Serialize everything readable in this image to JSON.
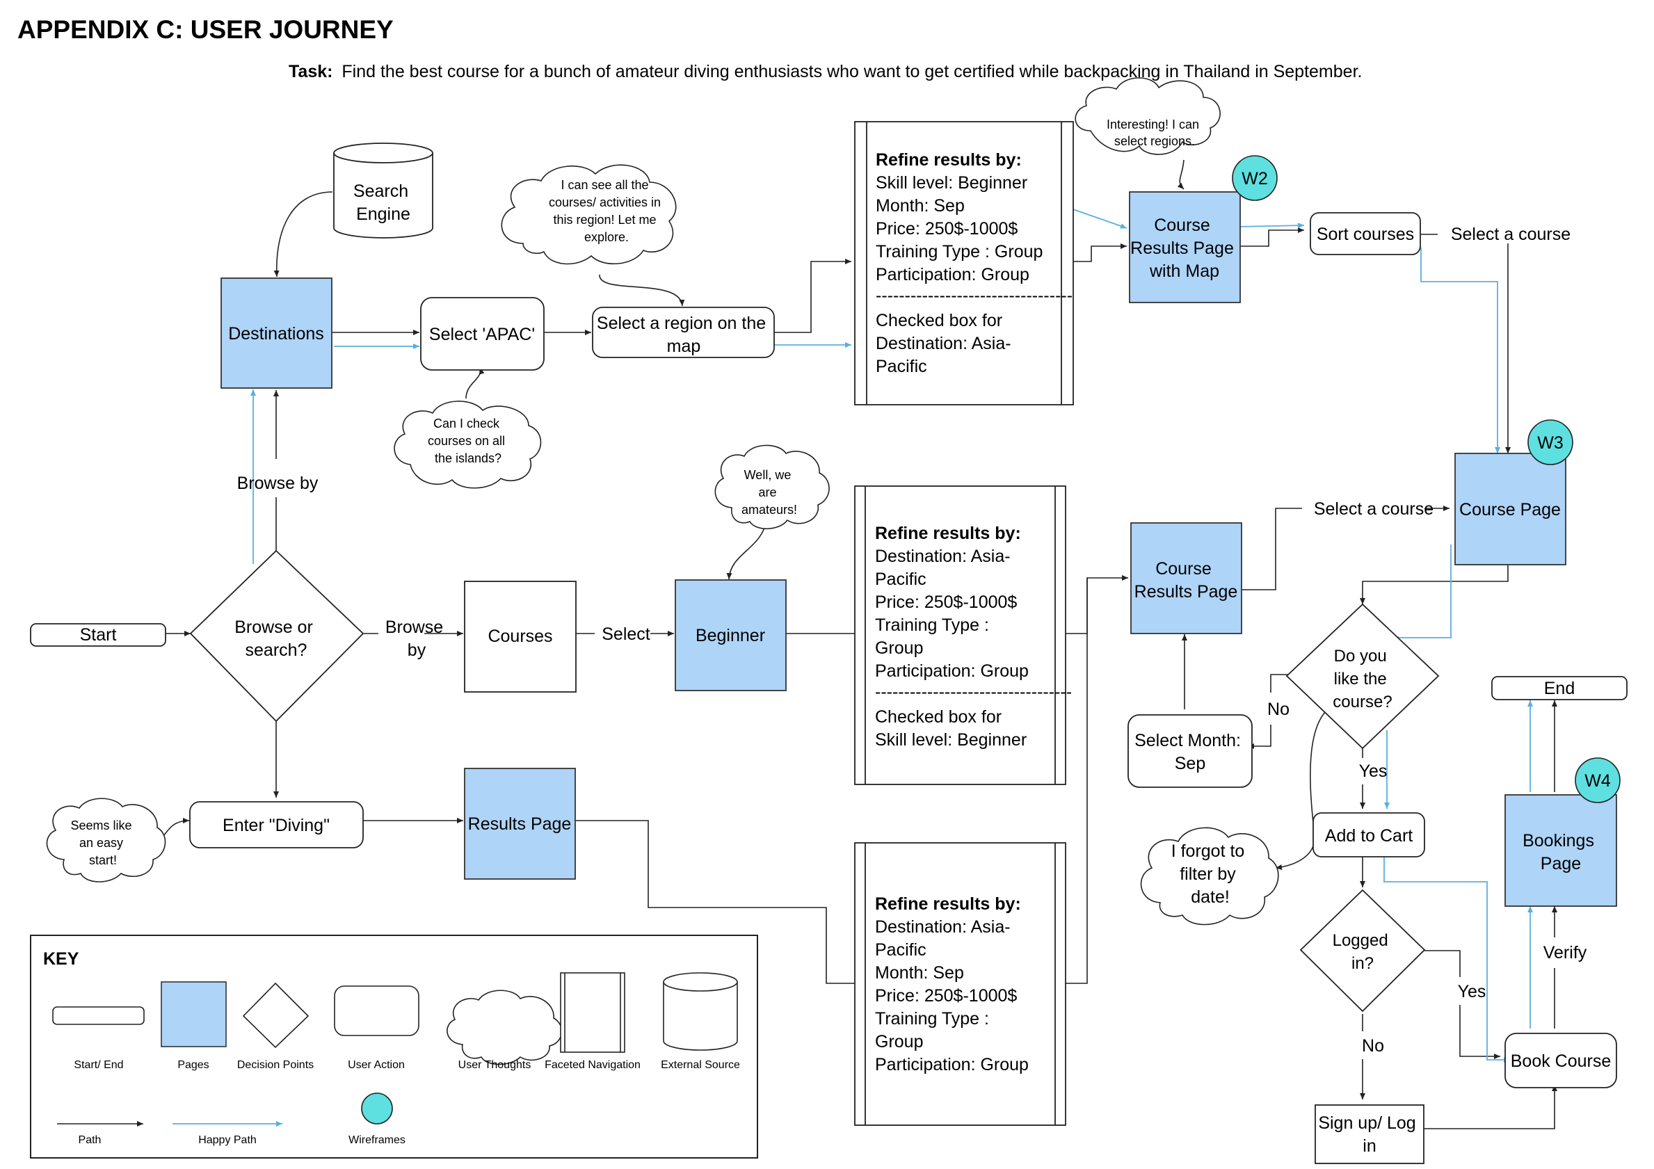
{
  "header": {
    "title": "APPENDIX C: USER JOURNEY",
    "task_label": "Task:",
    "task_text": "Find the best course for a bunch of amateur diving enthusiasts who want to get certified while backpacking in Thailand in September."
  },
  "colors": {
    "page_fill": "#aed4f7",
    "wireframe_fill": "#5ee0e0",
    "happy_path": "#5aaee0",
    "path": "#222222"
  },
  "nodes": {
    "start": "Start",
    "decision_browse_search": [
      "Browse or",
      "search?"
    ],
    "browse_by_top": "Browse by",
    "browse_by_mid": [
      "Browse",
      "by"
    ],
    "search_engine": [
      "Search",
      "Engine"
    ],
    "destinations": "Destinations",
    "select_apac": "Select 'APAC'",
    "select_region": [
      "Select a region on the",
      "map"
    ],
    "courses": "Courses",
    "select_label": "Select",
    "beginner": "Beginner",
    "enter_diving": "Enter  \"Diving\"",
    "results_page": "Results Page",
    "course_results_map": [
      "Course",
      "Results Page",
      "with Map"
    ],
    "sort_courses": "Sort courses",
    "select_a_course_top": "Select a course",
    "course_results_page": [
      "Course",
      "Results Page"
    ],
    "select_a_course_mid": "Select a course",
    "course_page": "Course Page",
    "decision_like": [
      "Do you",
      "like the",
      "course?"
    ],
    "no_like": "No",
    "yes_like": "Yes",
    "select_month": [
      "Select Month:",
      "Sep"
    ],
    "add_to_cart": "Add to Cart",
    "decision_logged": [
      "Logged",
      "in?"
    ],
    "yes_logged": "Yes",
    "no_logged": "No",
    "sign_up": [
      "Sign up/ Log",
      "in"
    ],
    "book_course": "Book Course",
    "bookings_page": [
      "Bookings",
      "Page"
    ],
    "verify": "Verify",
    "end": "End"
  },
  "facets": {
    "top": {
      "heading": "Refine results by:",
      "lines": [
        "Skill level: Beginner",
        "Month: Sep",
        "Price: 250$-1000$",
        "Training Type : Group",
        "Participation: Group"
      ],
      "divider": "----------------------------------",
      "checked": [
        "Checked box for",
        "Destination: Asia-",
        "Pacific"
      ]
    },
    "middle": {
      "heading": "Refine results by:",
      "lines": [
        "Destination: Asia-",
        "Pacific",
        "Price: 250$-1000$",
        "Training Type :",
        "Group",
        "Participation: Group"
      ],
      "divider": "----------------------------------",
      "checked": [
        "Checked box for",
        "Skill level: Beginner"
      ]
    },
    "bottom": {
      "heading": "Refine results by:",
      "lines": [
        "Destination: Asia-",
        "Pacific",
        "Month: Sep",
        "Price: 250$-1000$",
        "Training Type :",
        "Group",
        "Participation: Group"
      ]
    }
  },
  "thoughts": {
    "regions": [
      "Interesting! I can",
      "select regions."
    ],
    "see_all": [
      "I can see all the",
      "courses/ activities in",
      "this region! Let me",
      "explore."
    ],
    "islands": [
      "Can I check",
      "courses on all",
      "the islands?"
    ],
    "amateurs": [
      "Well, we",
      "are",
      "amateurs!"
    ],
    "easy_start": [
      "Seems like",
      "an easy",
      "start!"
    ],
    "forgot": [
      "I forgot to",
      "filter by",
      "date!"
    ]
  },
  "wireframes": {
    "w2": "W2",
    "w3": "W3",
    "w4": "W4"
  },
  "key": {
    "title": "KEY",
    "start_end": "Start/ End",
    "pages": "Pages",
    "decision_points": "Decision Points",
    "user_action": "User Action",
    "user_thoughts": "User Thoughts",
    "faceted_navigation": "Faceted Navigation",
    "external_source": "External Source",
    "path": "Path",
    "happy_path": "Happy Path",
    "wireframes": "Wireframes"
  }
}
